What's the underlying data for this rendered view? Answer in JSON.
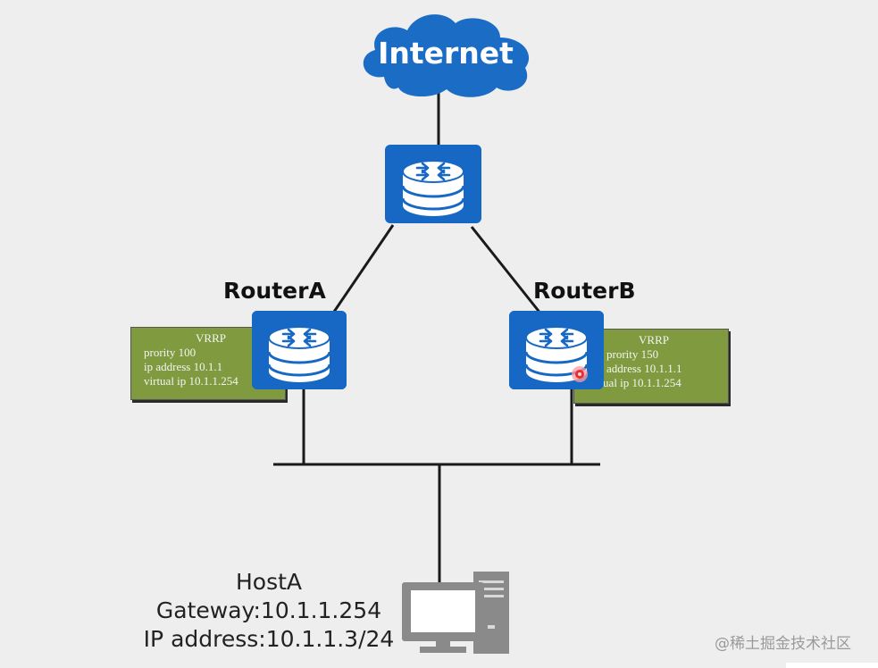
{
  "diagram": {
    "cloud_label": "Internet",
    "routers": {
      "a_name": "RouterA",
      "b_name": "RouterB"
    },
    "vrrp_a": {
      "header": "VRRP",
      "priority": "prority 100",
      "ip": "ip address 10.1.1",
      "virtual_ip": "virtual ip 10.1.1.254"
    },
    "vrrp_b": {
      "header": "VRRP",
      "priority": "prority 150",
      "ip": "address 10.1.1.1",
      "virtual_ip": "virtual ip 10.1.1.254"
    },
    "host": {
      "name": "HostA",
      "gateway": "Gateway:10.1.1.254",
      "ip": "IP address:10.1.1.3/24"
    }
  },
  "watermark": "@稀土掘金技术社区",
  "colors": {
    "background": "#eeeeee",
    "router_blue": "#1668c4",
    "cloud_blue": "#1a6cc4",
    "vrrp_green": "#7f9a3f",
    "pc_grey": "#8a8a8a",
    "cursor_red": "#e53030"
  },
  "icons": {
    "cloud": "cloud-icon",
    "router": "router-icon",
    "computer": "desktop-computer-icon",
    "cursor": "pointer-dot-icon"
  }
}
